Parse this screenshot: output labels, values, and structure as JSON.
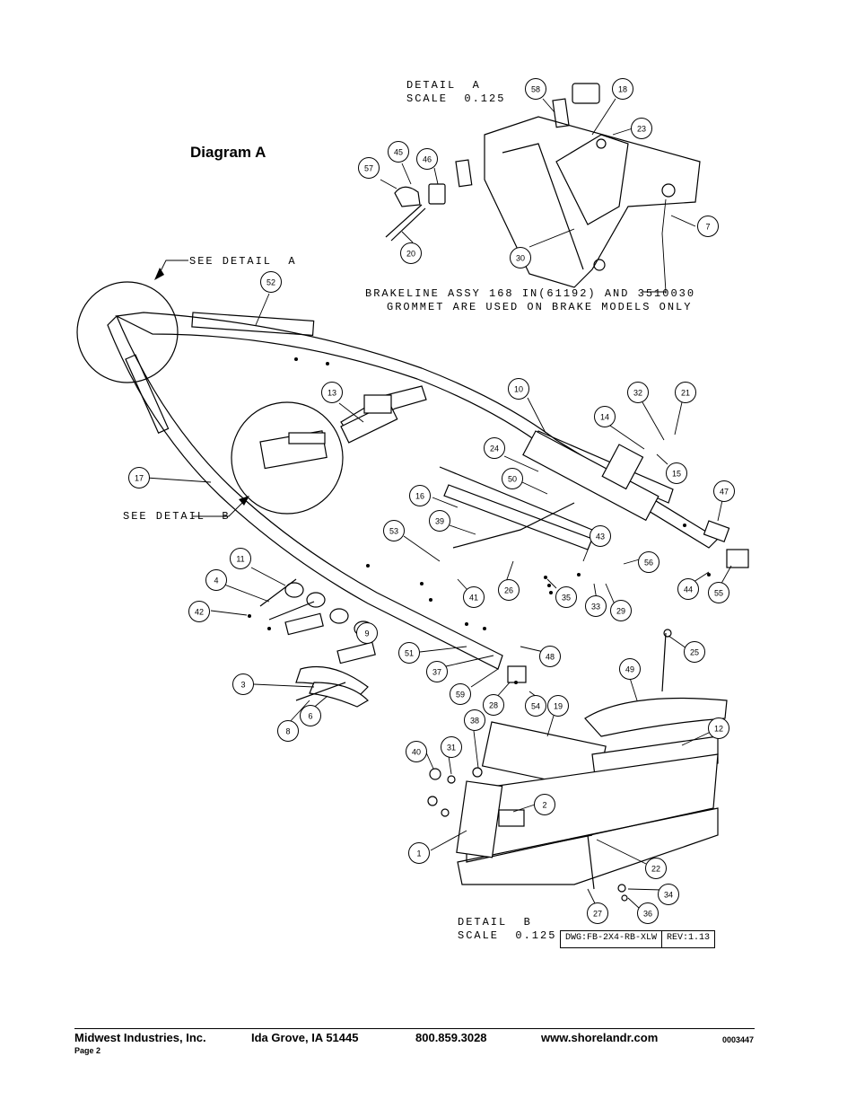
{
  "diagram": {
    "title": "Diagram A",
    "detail_a_title": "DETAIL  A",
    "detail_a_scale": "SCALE  0.125",
    "detail_b_title": "DETAIL  B",
    "detail_b_scale": "SCALE  0.125",
    "see_detail_a": "SEE DETAIL  A",
    "see_detail_b": "SEE DETAIL  B",
    "brake_note_line1": "BRAKELINE ASSY 168 IN(61192) AND 3510030",
    "brake_note_line2": "GROMMET ARE USED ON BRAKE MODELS ONLY",
    "dwg_number": "DWG:FB-2X4-RB-XLW",
    "revision": "REV:1.13",
    "callouts": [
      "58",
      "18",
      "23",
      "45",
      "46",
      "57",
      "7",
      "20",
      "30",
      "52",
      "13",
      "10",
      "32",
      "21",
      "14",
      "15",
      "24",
      "17",
      "50",
      "47",
      "16",
      "39",
      "53",
      "43",
      "56",
      "11",
      "4",
      "35",
      "26",
      "41",
      "44",
      "55",
      "42",
      "33",
      "29",
      "25",
      "9",
      "49",
      "51",
      "48",
      "37",
      "3",
      "59",
      "28",
      "54",
      "19",
      "38",
      "12",
      "6",
      "8",
      "40",
      "31",
      "2",
      "1",
      "22",
      "34",
      "27",
      "36"
    ]
  },
  "footer": {
    "company": "Midwest Industries, Inc.",
    "page": "Page 2",
    "city": "Ida Grove, IA  51445",
    "phone": "800.859.3028",
    "website": "www.shorelandr.com",
    "doc_number": "0003447"
  }
}
